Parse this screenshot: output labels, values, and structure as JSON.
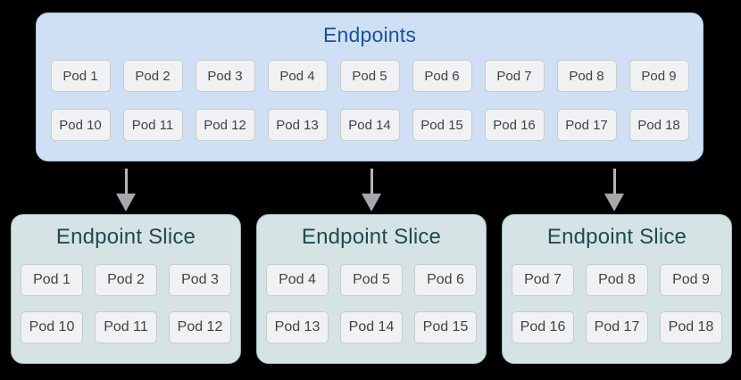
{
  "endpoints": {
    "title": "Endpoints",
    "row1": [
      "Pod 1",
      "Pod 2",
      "Pod 3",
      "Pod 4",
      "Pod 5",
      "Pod 6",
      "Pod 7",
      "Pod 8",
      "Pod 9"
    ],
    "row2": [
      "Pod 10",
      "Pod 11",
      "Pod 12",
      "Pod 13",
      "Pod 14",
      "Pod 15",
      "Pod 16",
      "Pod 17",
      "Pod 18"
    ]
  },
  "slices": [
    {
      "title": "Endpoint Slice",
      "row1": [
        "Pod 1",
        "Pod 2",
        "Pod 3"
      ],
      "row2": [
        "Pod 10",
        "Pod 11",
        "Pod 12"
      ]
    },
    {
      "title": "Endpoint Slice",
      "row1": [
        "Pod 4",
        "Pod 5",
        "Pod 6"
      ],
      "row2": [
        "Pod 13",
        "Pod 14",
        "Pod 15"
      ]
    },
    {
      "title": "Endpoint Slice",
      "row1": [
        "Pod 7",
        "Pod 8",
        "Pod 9"
      ],
      "row2": [
        "Pod 16",
        "Pod 17",
        "Pod 18"
      ]
    }
  ],
  "arrows": {
    "direction": "down",
    "count": 3
  },
  "colors": {
    "background": "#000000",
    "endpoints_fill": "#cfe0f4",
    "endpoints_border": "#a9c4e2",
    "endpoints_title": "#19529e",
    "slice_fill": "#d6e3e4",
    "slice_border": "#9cb9bd",
    "slice_title": "#1f4b50",
    "pod_fill": "#f0f1f2",
    "pod_border": "#c7cbce",
    "pod_text": "#3e4448",
    "arrow": "#a4a8ab"
  }
}
